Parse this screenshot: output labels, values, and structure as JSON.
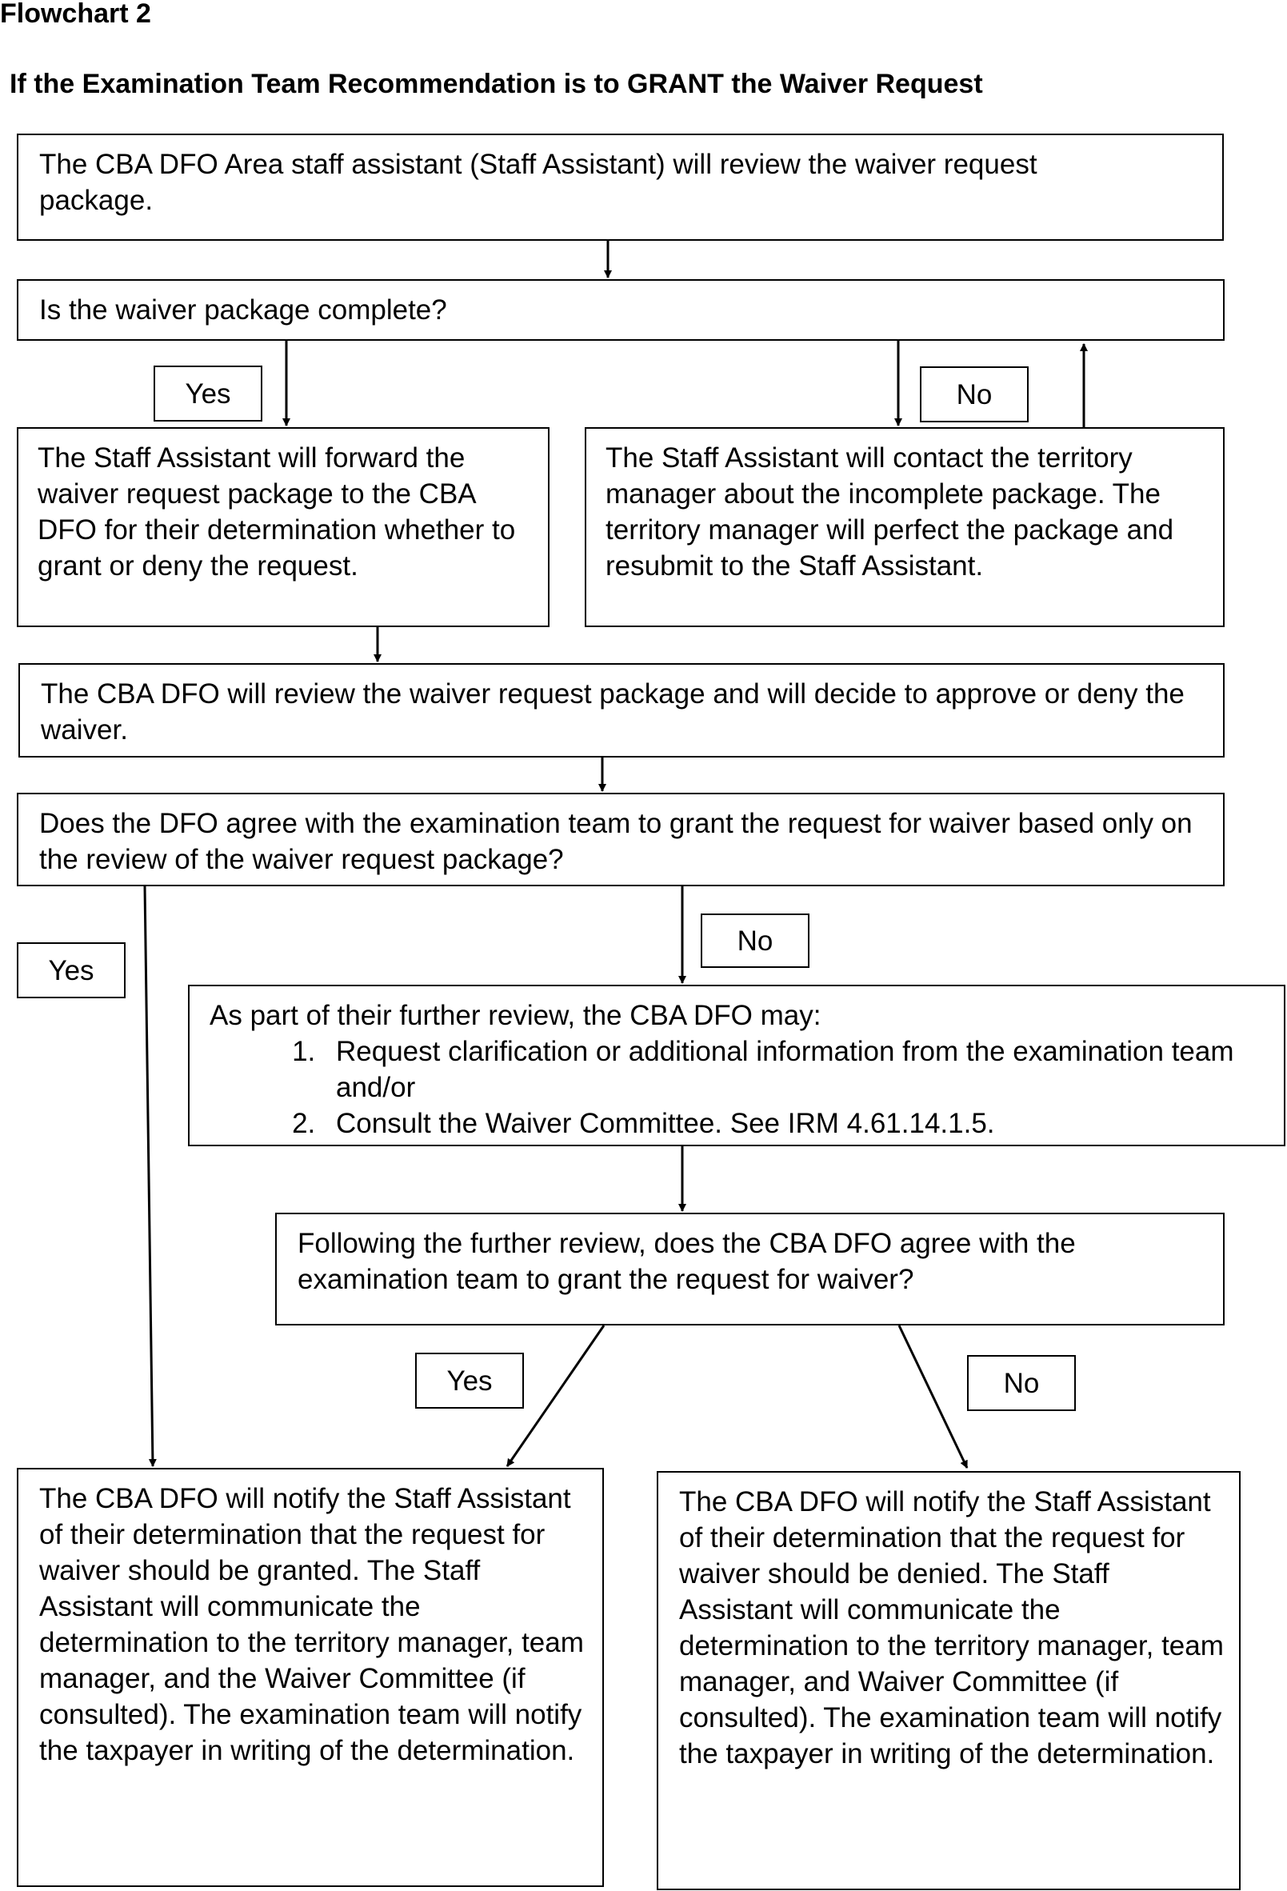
{
  "header": {
    "flowchart_label": "Flowchart 2",
    "subtitle": "If the Examination Team Recommendation is to GRANT the Waiver Request"
  },
  "steps": {
    "review_package": "The CBA DFO Area staff assistant (Staff Assistant) will review the waiver request package.",
    "complete_question": "Is the waiver package complete?",
    "forward_package": "The Staff Assistant will forward the waiver request package to the CBA DFO for their determination whether to grant or deny the request.",
    "contact_manager": "The Staff Assistant will contact the territory manager about the incomplete package.  The territory manager will perfect the package and resubmit to the Staff Assistant.",
    "dfo_review": "The CBA DFO will review the waiver request package and will decide to approve or deny the waiver.",
    "agree_question": "Does the DFO agree with the examination team to grant the request for waiver based only on the review of the waiver request package?",
    "further_review_intro": "As part of their further review, the CBA DFO may:",
    "further_review_options": [
      "Request clarification or additional information from the examination team and/or",
      "Consult the Waiver Committee. See IRM 4.61.14.1.5."
    ],
    "further_question": "Following the further review, does the CBA DFO agree with the examination team to grant the request for waiver?",
    "granted_outcome": "The CBA DFO will notify the Staff Assistant of their determination that the request for waiver should be granted.  The Staff Assistant will communicate the determination to the territory manager, team manager, and the Waiver Committee (if consulted). The examination team will notify the taxpayer in writing of the determination.",
    "denied_outcome": "The CBA DFO will notify the Staff Assistant of their determination that the request for waiver should be denied.  The Staff Assistant will communicate the determination to the territory manager, team manager, and Waiver Committee (if consulted).  The examination team will notify the taxpayer in writing of the determination."
  },
  "labels": {
    "yes_1": "Yes",
    "no_1": "No",
    "yes_2": "Yes",
    "no_2": "No",
    "yes_3": "Yes",
    "no_3": "No"
  }
}
